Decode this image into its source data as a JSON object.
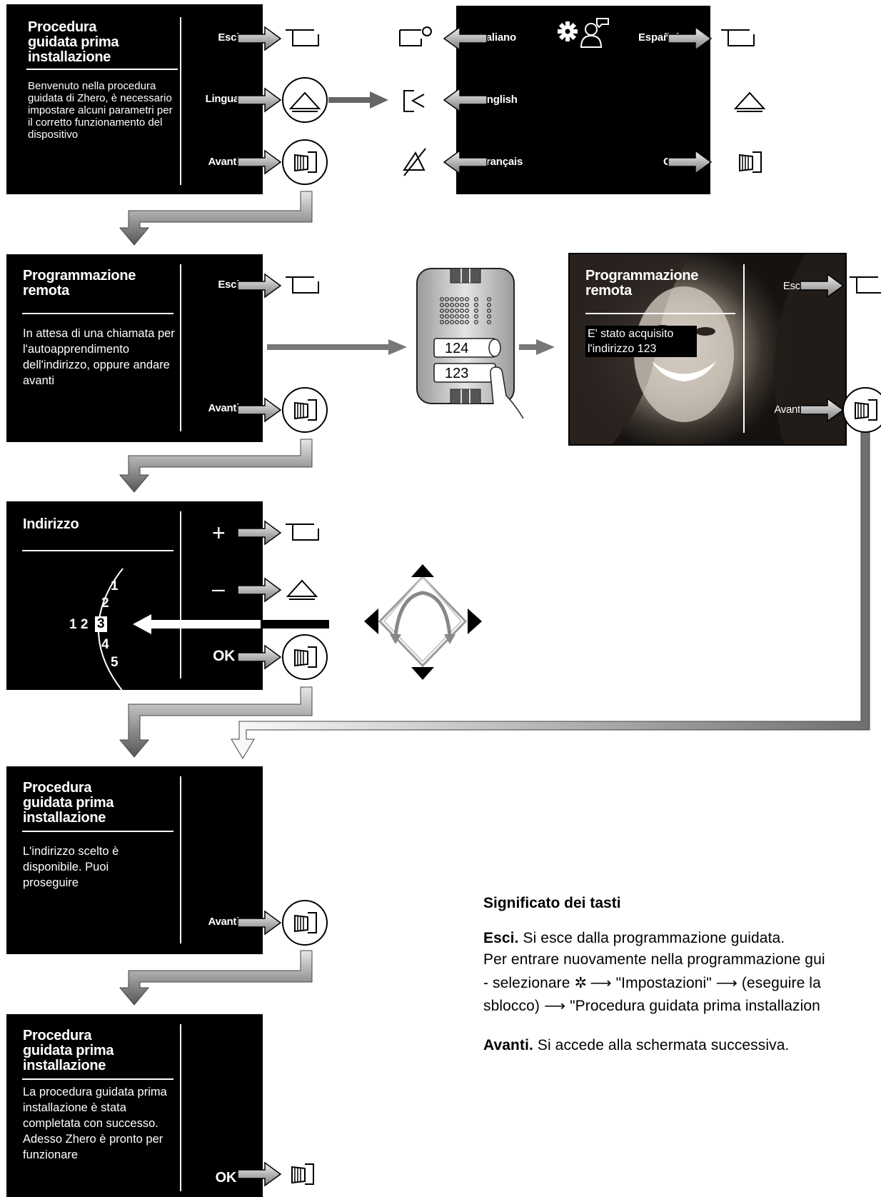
{
  "screen1": {
    "title": "Procedura guidata prima installazione",
    "body": "Benvenuto nella procedura guidata di Zhero, è necessario impostare alcuni parametri per il corretto funzionamento del dispositivo",
    "btn_exit": "Esci",
    "btn_lang": "Lingua",
    "btn_next": "Avanti"
  },
  "language_screen": {
    "items": [
      "Italiano",
      "English",
      "Français",
      "Español",
      "OK"
    ]
  },
  "screen2": {
    "title": "Programmazione remota",
    "body": "In attesa di una chiamata per l'autoapprendimento dell'indirizzo, oppure andare avanti",
    "btn_exit": "Esci",
    "btn_next": "Avanti"
  },
  "panel": {
    "name_top": "124",
    "name_bottom": "123"
  },
  "photo_screen": {
    "title": "Programmazione remota",
    "message": "E' stato acquisito l'indirizzo 123",
    "btn_exit": "Esci",
    "btn_next": "Avanti"
  },
  "screen3": {
    "title": "Indirizzo",
    "btn_plus": "+",
    "btn_minus": "–",
    "btn_ok": "OK",
    "address_prefix": "1 2",
    "address_selected": "3",
    "wheel": [
      "1",
      "2",
      "4",
      "5"
    ]
  },
  "screen4": {
    "title": "Procedura guidata prima installazione",
    "body": "L'indirizzo scelto è disponibile. Puoi proseguire",
    "btn_next": "Avanti"
  },
  "screen5": {
    "title": "Procedura guidata prima installazione",
    "body": "La procedura guidata prima installazione è stata completata con successo. Adesso Zhero è pronto per funzionare",
    "btn_ok": "OK"
  },
  "legend": {
    "title": "Significato dei tasti",
    "esci_term": "Esci.",
    "esci_desc": " Si esce dalla programmazione guidata.",
    "line2": "Per entrare nuovamente nella programmazione gui",
    "line3_a": "- selezionare ",
    "line3_b": " \"Impostazioni\" ",
    "line3_c": " (eseguire la",
    "line4_a": "sblocco) ",
    "line4_b": " \"Procedura guidata prima installazion",
    "avanti_term": "Avanti.",
    "avanti_desc": " Si accede alla schermata successiva."
  }
}
